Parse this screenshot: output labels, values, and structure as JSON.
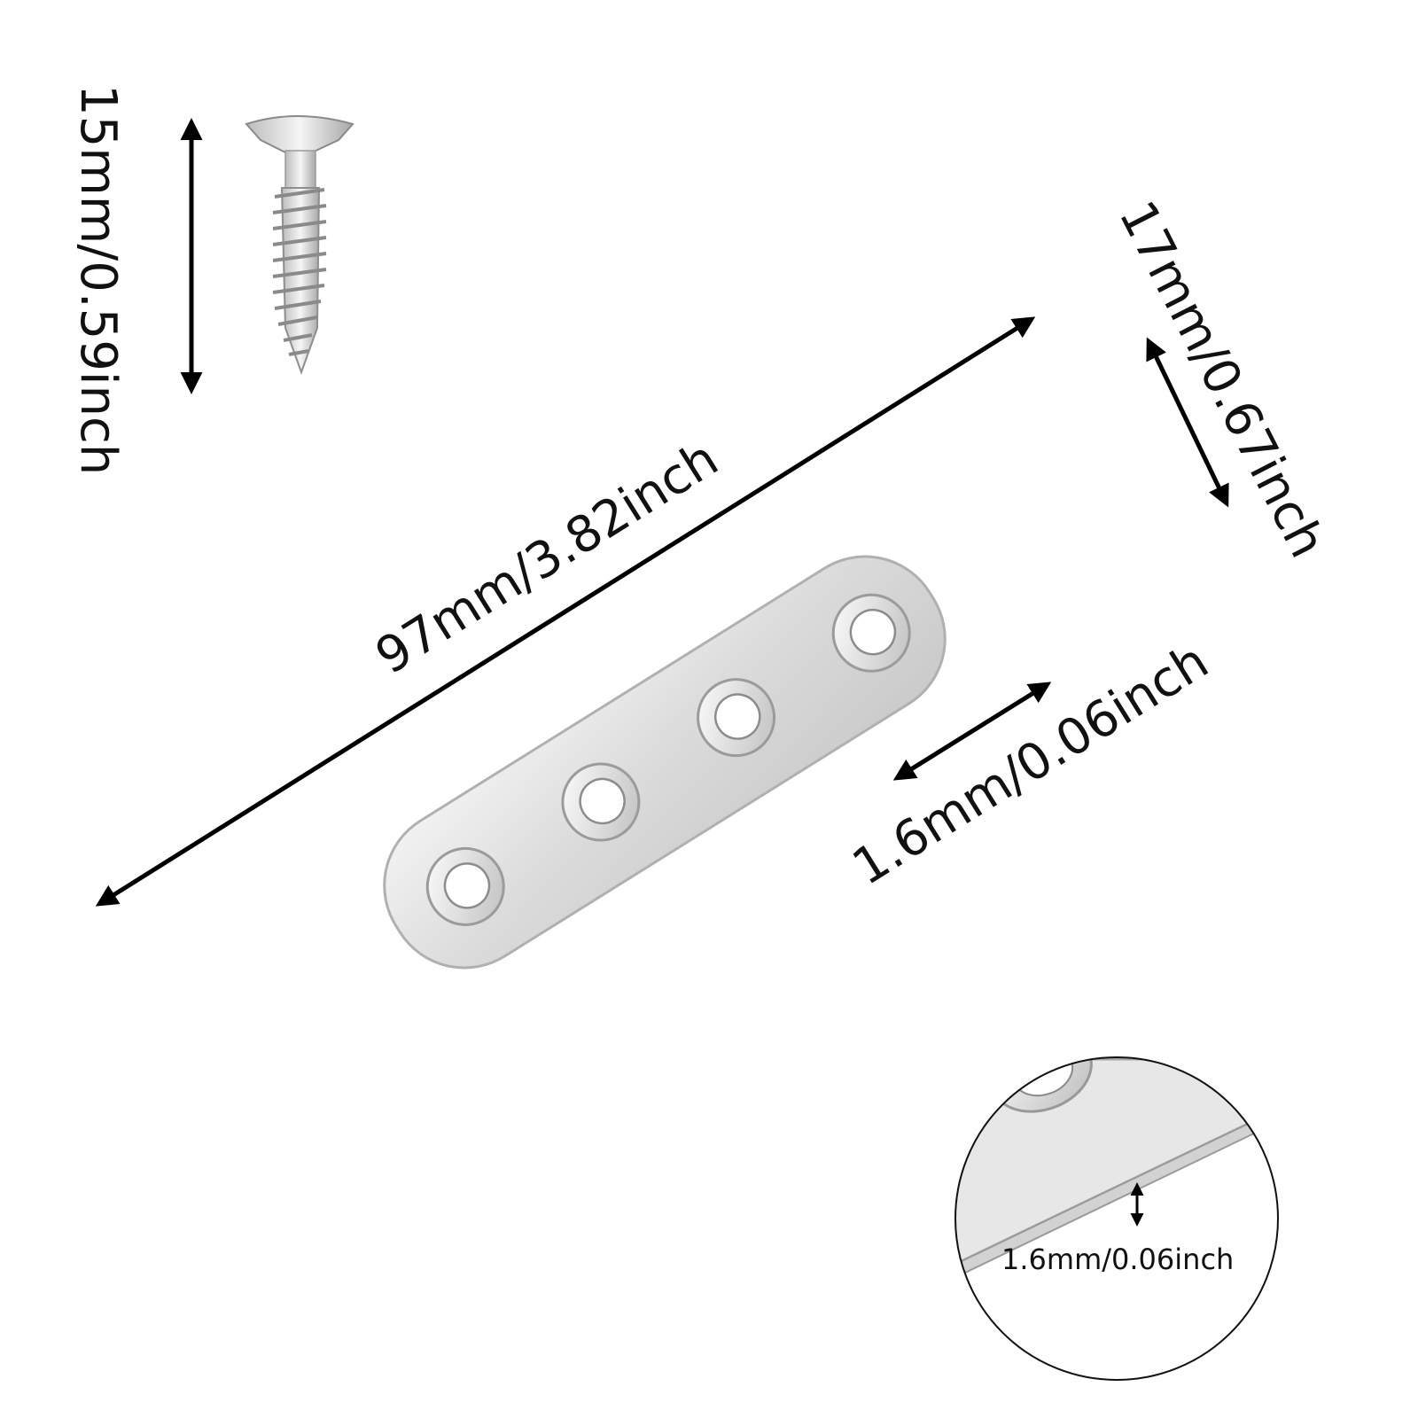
{
  "dimensions": {
    "screw_length": "15mm/0.59inch",
    "plate_length": "97mm/3.82inch",
    "plate_width": "17mm/0.67inch",
    "plate_thickness": "1.6mm/0.06inch",
    "detail_thickness": "1.6mm/0.06inch"
  },
  "colors": {
    "metal_light": "#f2f2f2",
    "metal_mid": "#d7d7d7",
    "metal_dark": "#a9a9a9",
    "arrow": "#000000"
  }
}
